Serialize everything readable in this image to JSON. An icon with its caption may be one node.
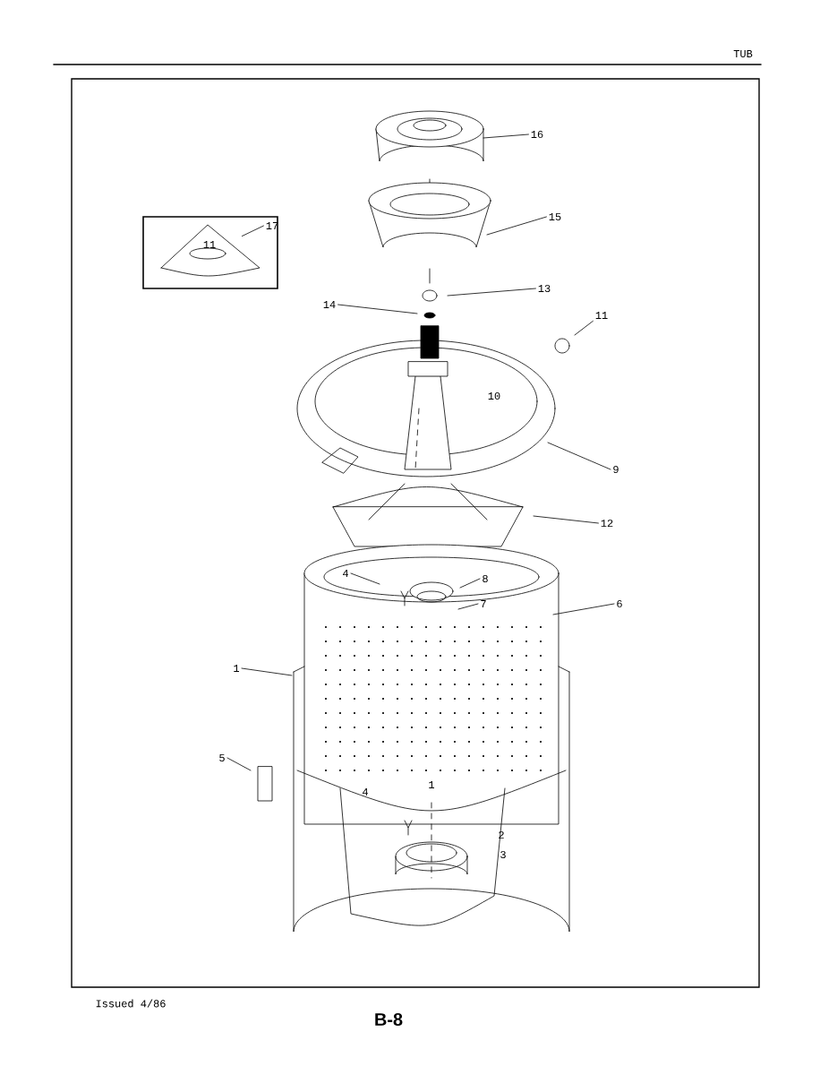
{
  "diagram": {
    "nodes": [
      {
        "text": [
          "16"
        ]
      },
      {
        "text": [],
        "shape": "box"
      },
      {
        "text": [
          "17"
        ],
        "in": 1
      },
      {
        "text": [
          "15"
        ]
      },
      {
        "text": [
          "13"
        ]
      },
      {
        "text": [
          "14"
        ]
      },
      {
        "text": [
          "11"
        ]
      },
      {
        "text": [
          "9"
        ]
      },
      {
        "text": [
          "12"
        ]
      },
      {
        "text": [
          "4"
        ]
      },
      {
        "text": [
          "8"
        ]
      },
      {
        "text": [
          "7"
        ]
      },
      {
        "text": [
          "6"
        ]
      },
      {
        "text": [
          "1"
        ]
      },
      {
        "text": [
          "5"
        ]
      },
      {
        "text": [
          "11"
        ],
        "in": 1
      }
    ],
    "edges": [
      {
        "from": 0,
        "to": null,
        "arrow": "none"
      },
      {
        "from": 2,
        "to": 15,
        "arrow": "none"
      },
      {
        "from": 3,
        "to": null,
        "arrow": "none"
      },
      {
        "from": 4,
        "to": null,
        "arrow": "none"
      },
      {
        "from": 5,
        "to": null,
        "arrow": "none"
      },
      {
        "from": 6,
        "to": null,
        "arrow": "none"
      },
      {
        "from": 7,
        "to": null,
        "arrow": "none"
      },
      {
        "from": 8,
        "to": null,
        "arrow": "none"
      },
      {
        "from": 9,
        "to": null,
        "arrow": "none"
      },
      {
        "from": 10,
        "to": null,
        "arrow": "none"
      },
      {
        "from": 11,
        "to": null,
        "arrow": "none"
      },
      {
        "from": 12,
        "to": null,
        "arrow": "none"
      },
      {
        "from": 13,
        "to": null,
        "arrow": "none"
      },
      {
        "from": 14,
        "to": null,
        "arrow": "none"
      }
    ],
    "labels": [
      "TUB",
      "10",
      "4",
      "1",
      "2",
      "3",
      "Issued 4/86",
      "B-8"
    ]
  }
}
